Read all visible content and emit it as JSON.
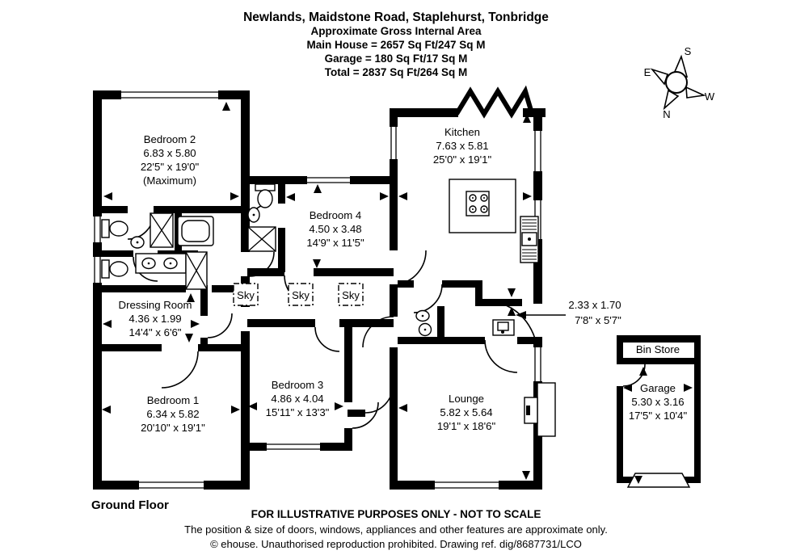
{
  "header": {
    "title": "Newlands, Maidstone Road, Staplehurst, Tonbridge",
    "subtitle": "Approximate Gross Internal Area",
    "main_house": "Main House = 2657 Sq Ft/247 Sq M",
    "garage": "Garage = 180 Sq Ft/17 Sq M",
    "total": "Total = 2837 Sq Ft/264 Sq M"
  },
  "compass": {
    "n": "N",
    "s": "S",
    "e": "E",
    "w": "W"
  },
  "rooms": {
    "bedroom2": {
      "name": "Bedroom 2",
      "metric": "6.83 x 5.80",
      "imperial": "22'5\" x 19'0\"",
      "note": "(Maximum)"
    },
    "kitchen": {
      "name": "Kitchen",
      "metric": "7.63 x 5.81",
      "imperial": "25'0\" x 19'1\""
    },
    "bedroom4": {
      "name": "Bedroom 4",
      "metric": "4.50 x 3.48",
      "imperial": "14'9\" x 11'5\""
    },
    "dressing_room": {
      "name": "Dressing Room",
      "metric": "4.36 x 1.99",
      "imperial": "14'4\" x 6'6\""
    },
    "bedroom1": {
      "name": "Bedroom 1",
      "metric": "6.34 x 5.82",
      "imperial": "20'10\" x 19'1\""
    },
    "bedroom3": {
      "name": "Bedroom 3",
      "metric": "4.86 x 4.04",
      "imperial": "15'11\" x 13'3\""
    },
    "lounge": {
      "name": "Lounge",
      "metric": "5.82 x 5.64",
      "imperial": "19'1\" x 18'6\""
    },
    "lobby": {
      "metric": "2.33 x 1.70",
      "imperial": "7'8\" x 5'7\""
    },
    "bin_store": {
      "name": "Bin Store"
    },
    "garage": {
      "name": "Garage",
      "metric": "5.30 x 3.16",
      "imperial": "17'5\" x 10'4\""
    }
  },
  "skylights": {
    "label": "Sky"
  },
  "footer": {
    "floor_label": "Ground Floor",
    "disclaimer1": "FOR ILLUSTRATIVE PURPOSES ONLY - NOT TO SCALE",
    "disclaimer2": "The position & size of doors, windows, appliances and other features are approximate only.",
    "copyright": "© ehouse. Unauthorised reproduction prohibited. Drawing ref. dig/8687731/LCO"
  }
}
